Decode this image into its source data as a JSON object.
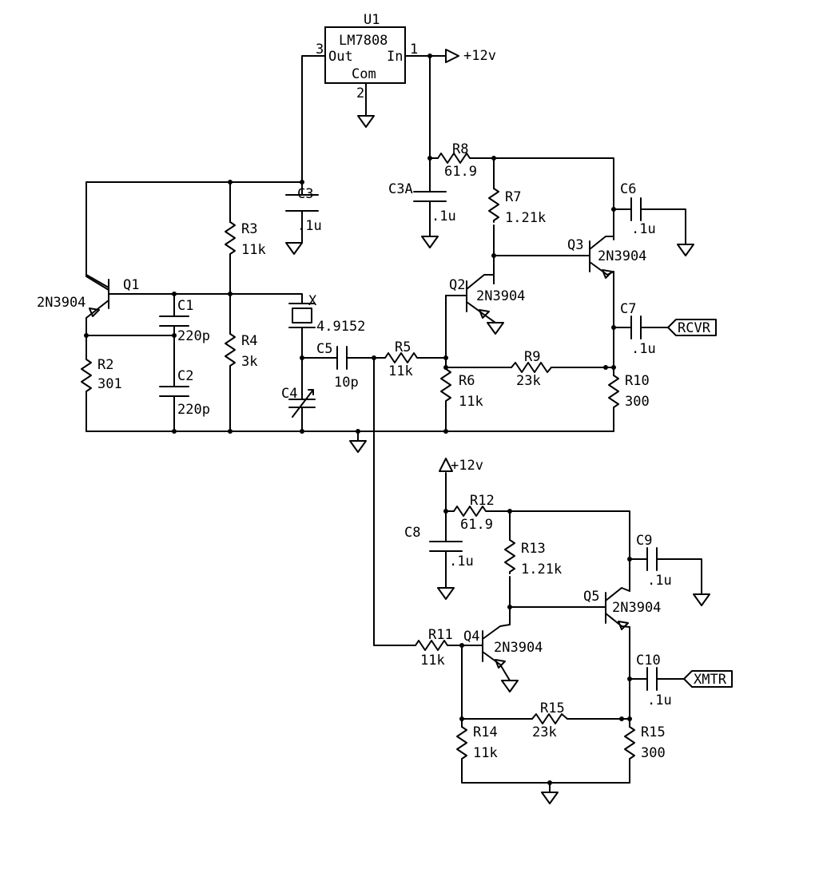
{
  "regulator": {
    "ref": "U1",
    "part": "LM7808",
    "pin_out_label": "Out",
    "pin_in_label": "In",
    "pin_com_label": "Com",
    "pin_out_num": "3",
    "pin_in_num": "1",
    "pin_com_num": "2"
  },
  "supply_top": "+12v",
  "supply_bottom": "+12v",
  "ports": {
    "rcvr": "RCVR",
    "xmtr": "XMTR"
  },
  "crystal": {
    "ref": "X",
    "value": "4.9152"
  },
  "transistors": [
    {
      "ref": "Q1",
      "part": "2N3904"
    },
    {
      "ref": "Q2",
      "part": "2N3904"
    },
    {
      "ref": "Q3",
      "part": "2N3904"
    },
    {
      "ref": "Q4",
      "part": "2N3904"
    },
    {
      "ref": "Q5",
      "part": "2N3904"
    }
  ],
  "resistors": [
    {
      "ref": "R2",
      "value": "301"
    },
    {
      "ref": "R3",
      "value": "11k"
    },
    {
      "ref": "R4",
      "value": "3k"
    },
    {
      "ref": "R5",
      "value": "11k"
    },
    {
      "ref": "R6",
      "value": "11k"
    },
    {
      "ref": "R7",
      "value": "1.21k"
    },
    {
      "ref": "R8",
      "value": "61.9"
    },
    {
      "ref": "R9",
      "value": "23k"
    },
    {
      "ref": "R10",
      "value": "300"
    },
    {
      "ref": "R11",
      "value": "11k"
    },
    {
      "ref": "R12",
      "value": "61.9"
    },
    {
      "ref": "R13",
      "value": "1.21k"
    },
    {
      "ref": "R14",
      "value": "11k"
    },
    {
      "ref": "R15",
      "value": "23k"
    },
    {
      "ref": "R15",
      "value": "300"
    }
  ],
  "capacitors": [
    {
      "ref": "C1",
      "value": "220p"
    },
    {
      "ref": "C2",
      "value": "220p"
    },
    {
      "ref": "C3",
      "value": ".1u"
    },
    {
      "ref": "C3A",
      "value": ".1u"
    },
    {
      "ref": "C4",
      "value": ""
    },
    {
      "ref": "C5",
      "value": "10p"
    },
    {
      "ref": "C6",
      "value": ".1u"
    },
    {
      "ref": "C7",
      "value": ".1u"
    },
    {
      "ref": "C8",
      "value": ".1u"
    },
    {
      "ref": "C9",
      "value": ".1u"
    },
    {
      "ref": "C10",
      "value": ".1u"
    }
  ]
}
